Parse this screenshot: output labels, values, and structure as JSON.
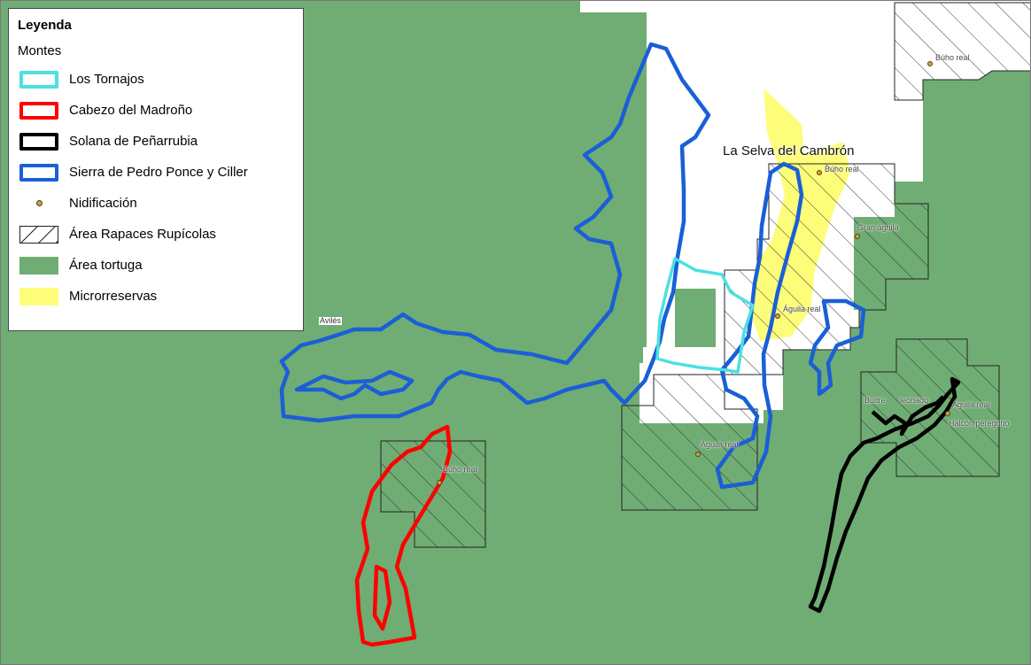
{
  "legend": {
    "title": "Leyenda",
    "subtitle": "Montes",
    "items": [
      {
        "label": "Los Tornajos",
        "kind": "outline",
        "color": "#4de0e0"
      },
      {
        "label": "Cabezo del Madroño",
        "kind": "outline",
        "color": "#ff0000"
      },
      {
        "label": "Solana de Peñarrubia",
        "kind": "outline",
        "color": "#000000"
      },
      {
        "label": "Sierra de Pedro Ponce y Ciller",
        "kind": "outline",
        "color": "#1a5fd6"
      },
      {
        "label": "Nidificación",
        "kind": "dot",
        "color": "#c9a24a"
      },
      {
        "label": "Área Rapaces Rupícolas",
        "kind": "hatch",
        "color": "#000000"
      },
      {
        "label": "Área tortuga",
        "kind": "fill",
        "color": "#70ad74"
      },
      {
        "label": "Microrreservas",
        "kind": "fill",
        "color": "#fdfd7a"
      }
    ]
  },
  "places": {
    "selva": "La Selva del Cambrón",
    "aviles": "Avilés"
  },
  "nest_labels": {
    "buho_ne": "Búho real",
    "buho_selva": "Búho real",
    "gran_aguila": "Gran águila",
    "aguila_real_center": "Águila real",
    "aguila_real_south": "Águila real",
    "buho_sw": "Búho real",
    "buitre": "Buitre",
    "leonado": "leonado",
    "aguila_real_east": "Águila real",
    "halcon": "Halcón peregrino"
  },
  "colors": {
    "tortuga_green": "#70ad74",
    "microrreserva_yellow": "#fdfd7a",
    "background_white": "#ffffff"
  }
}
